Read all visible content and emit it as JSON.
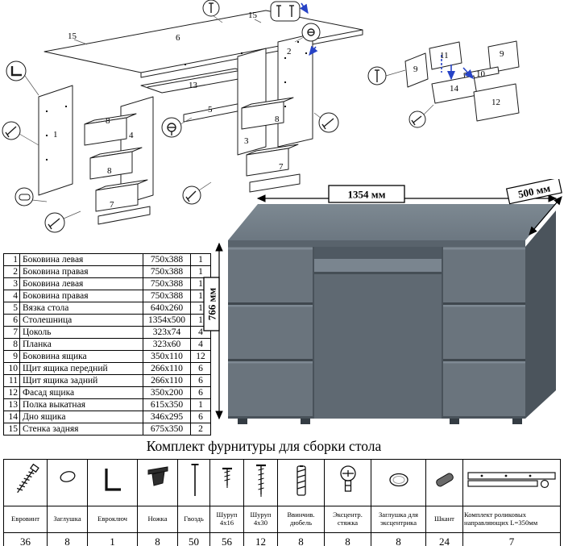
{
  "page": {
    "title": "Комплект фурнитуры для сборки стола"
  },
  "desk": {
    "dim_width": "1354 мм",
    "dim_depth": "500 мм",
    "dim_height": "766 мм"
  },
  "parts": {
    "rows": [
      {
        "num": "1",
        "name": "Боковина левая",
        "size": "750x388",
        "qty": "1"
      },
      {
        "num": "2",
        "name": "Боковина правая",
        "size": "750x388",
        "qty": "1"
      },
      {
        "num": "3",
        "name": "Боковина левая",
        "size": "750x388",
        "qty": "1"
      },
      {
        "num": "4",
        "name": "Боковина правая",
        "size": "750x388",
        "qty": "1"
      },
      {
        "num": "5",
        "name": "Вязка стола",
        "size": "640x260",
        "qty": "1"
      },
      {
        "num": "6",
        "name": "Столешница",
        "size": "1354x500",
        "qty": "1"
      },
      {
        "num": "7",
        "name": "Цоколь",
        "size": "323x74",
        "qty": "4"
      },
      {
        "num": "8",
        "name": "Планка",
        "size": "323x60",
        "qty": "4"
      },
      {
        "num": "9",
        "name": "Боковина ящика",
        "size": "350x110",
        "qty": "12"
      },
      {
        "num": "10",
        "name": "Щит ящика передний",
        "size": "266x110",
        "qty": "6"
      },
      {
        "num": "11",
        "name": "Щит ящика задний",
        "size": "266x110",
        "qty": "6"
      },
      {
        "num": "12",
        "name": "Фасад ящика",
        "size": "350x200",
        "qty": "6"
      },
      {
        "num": "13",
        "name": "Полка выкатная",
        "size": "615x350",
        "qty": "1"
      },
      {
        "num": "14",
        "name": "Дно ящика",
        "size": "346x295",
        "qty": "6"
      },
      {
        "num": "15",
        "name": "Стенка задняя",
        "size": "675x350",
        "qty": "2"
      }
    ]
  },
  "hardware": {
    "items": [
      {
        "name": "Евровинт",
        "qty": "36",
        "icon": "eurovint-icon"
      },
      {
        "name": "Заглушка",
        "qty": "8",
        "icon": "cap-icon"
      },
      {
        "name": "Евроключ",
        "qty": "1",
        "icon": "hex-key-icon"
      },
      {
        "name": "Ножка",
        "qty": "8",
        "icon": "foot-icon"
      },
      {
        "name": "Гвоздь",
        "qty": "50",
        "icon": "nail-icon"
      },
      {
        "name": "Шуруп 4x16",
        "qty": "56",
        "icon": "screw-4x16-icon"
      },
      {
        "name": "Шуруп 4x30",
        "qty": "12",
        "icon": "screw-4x30-icon"
      },
      {
        "name": "Ввинчив. дюбель",
        "qty": "8",
        "icon": "dowel-screw-icon"
      },
      {
        "name": "Эксцентр. стяжка",
        "qty": "8",
        "icon": "cam-lock-icon"
      },
      {
        "name": "Заглушка для эксцентрика",
        "qty": "8",
        "icon": "cam-cap-icon"
      },
      {
        "name": "Шкант",
        "qty": "24",
        "icon": "wood-dowel-icon"
      },
      {
        "name": "Комплект роликовых направляющих L=350мм",
        "qty": "7",
        "icon": "drawer-slide-icon"
      }
    ]
  },
  "diagram_left": {
    "labels": {
      "n15a": "15",
      "n6": "6",
      "n15b": "15",
      "n1": "1",
      "n4": "4",
      "n8a": "8",
      "n8b": "8",
      "n7a": "7",
      "n13": "13",
      "n5": "5",
      "n3": "3",
      "n2": "2",
      "n8c": "8",
      "n7b": "7"
    }
  },
  "diagram_right": {
    "labels": {
      "n11": "11",
      "n9a": "9",
      "n9b": "9",
      "n10": "10",
      "n14": "14",
      "n12": "12"
    }
  }
}
